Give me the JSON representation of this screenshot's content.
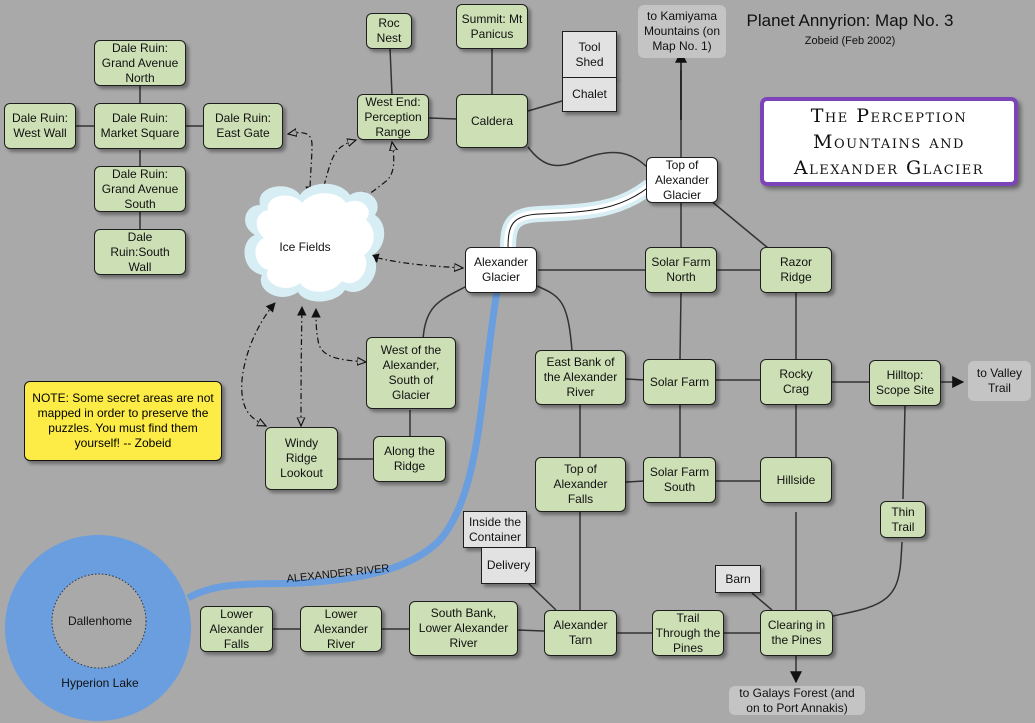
{
  "header": {
    "title": "Planet Annyrion: Map No. 3",
    "subtitle": "Zobeid (Feb 2002)"
  },
  "map_title": "The Perception Mountains and Alexander Glacier",
  "note": "NOTE: Some secret areas are not mapped in order to preserve the puzzles.  You must find them yourself!   -- Zobeid",
  "colors": {
    "background": "#a9a9a9",
    "room": "#cddfb5",
    "special_room": "#ffffff",
    "building": "#e2e2e2",
    "exit": "#c4c4c4",
    "note": "#fdec45",
    "title_border": "#7c44b8",
    "water": "#6a9edf",
    "ice": "#d8eef5"
  },
  "rooms": {
    "dale_north": "Dale Ruin: Grand Avenue North",
    "dale_west": "Dale Ruin: West Wall",
    "dale_market": "Dale Ruin: Market Square",
    "dale_east": "Dale Ruin: East Gate",
    "dale_south_ave": "Dale Ruin: Grand Avenue South",
    "dale_south_wall": "Dale Ruin:South Wall",
    "roc_nest": "Roc Nest",
    "summit": "Summit: Mt Panicus",
    "tool_shed": "Tool Shed",
    "chalet": "Chalet",
    "west_end": "West End: Perception Range",
    "caldera": "Caldera",
    "top_glacier": "Top of Alexander Glacier",
    "ice_fields": "Ice Fields",
    "alexander_glacier": "Alexander Glacier",
    "solar_north": "Solar Farm North",
    "razor_ridge": "Razor Ridge",
    "west_alexander": "West of the Alexander, South of Glacier",
    "east_bank": "East Bank of the Alexander River",
    "solar_farm": "Solar Farm",
    "rocky_crag": "Rocky Crag",
    "hilltop": "Hilltop: Scope Site",
    "windy_ridge": "Windy Ridge Lookout",
    "along_ridge": "Along the Ridge",
    "top_falls": "Top of Alexander Falls",
    "solar_south": "Solar Farm South",
    "hillside": "Hillside",
    "thin_trail": "Thin Trail",
    "inside_container": "Inside the Container",
    "delivery": "Delivery",
    "barn": "Barn",
    "lower_falls": "Lower Alexander Falls",
    "lower_river": "Lower Alexander River",
    "south_bank": "South Bank, Lower Alexander River",
    "alexander_tarn": "Alexander Tarn",
    "trail_pines": "Trail Through the Pines",
    "clearing_pines": "Clearing in the Pines",
    "dallenhome": "Dallenhome",
    "hyperion_lake": "Hyperion Lake"
  },
  "exits": {
    "kamiyama": "to Kamiyama Mountains (on Map No. 1)",
    "valley_trail": "to Valley Trail",
    "galays": "to Galays Forest (and on to Port Annakis)"
  },
  "river_label": "ALEXANDER RIVER"
}
